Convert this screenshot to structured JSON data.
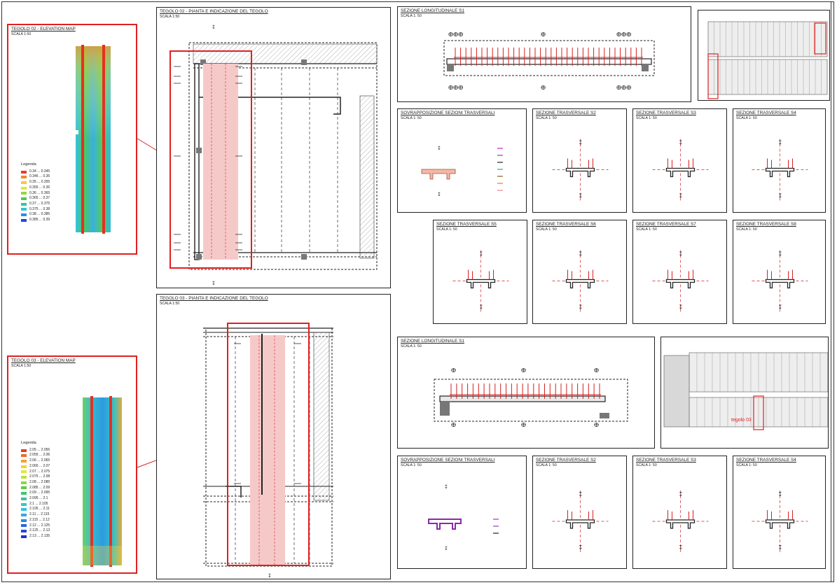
{
  "elev02": {
    "title": "TEGOLO 02 - ELEVATION MAP",
    "scale": "SCALA 1:50",
    "legend_title": "Legenda",
    "legend": [
      {
        "label": "0.34 ... 0.345",
        "color": "#e53f24"
      },
      {
        "label": "0.345 ... 0.35",
        "color": "#f28a2c"
      },
      {
        "label": "0.35 ... 0.355",
        "color": "#f7c83a"
      },
      {
        "label": "0.355 ... 0.36",
        "color": "#dfe63c"
      },
      {
        "label": "0.36 ... 0.365",
        "color": "#93d93f"
      },
      {
        "label": "0.365 ... 0.37",
        "color": "#4ec955"
      },
      {
        "label": "0.37 ... 0.375",
        "color": "#39c4a0"
      },
      {
        "label": "0.375 ... 0.38",
        "color": "#35c3d8"
      },
      {
        "label": "0.38 ... 0.385",
        "color": "#2c8fe0"
      },
      {
        "label": "0.385 ... 0.39",
        "color": "#2448d8"
      }
    ]
  },
  "elev03": {
    "title": "TEGOLO 03 - ELEVATION MAP",
    "scale": "SCALA 1:50",
    "legend_title": "Legenda",
    "legend": [
      {
        "label": "2.05 ... 2.055",
        "color": "#e53f24"
      },
      {
        "label": "2.055 ... 2.06",
        "color": "#f06a2a"
      },
      {
        "label": "2.06 ... 2.065",
        "color": "#f7a030"
      },
      {
        "label": "2.065 ... 2.07",
        "color": "#f7cf3a"
      },
      {
        "label": "2.07 ... 2.075",
        "color": "#e8e63a"
      },
      {
        "label": "2.075 ... 2.08",
        "color": "#bfe03c"
      },
      {
        "label": "2.08 ... 2.085",
        "color": "#8cd640"
      },
      {
        "label": "2.085 ... 2.09",
        "color": "#5acc48"
      },
      {
        "label": "2.09 ... 2.095",
        "color": "#3cc570"
      },
      {
        "label": "2.095 ... 2.1",
        "color": "#38c4a0"
      },
      {
        "label": "2.1 ... 2.105",
        "color": "#36c6c6"
      },
      {
        "label": "2.105 ... 2.11",
        "color": "#34c0e0"
      },
      {
        "label": "2.11 ... 2.115",
        "color": "#30a8e6"
      },
      {
        "label": "2.115 ... 2.12",
        "color": "#2c88e2"
      },
      {
        "label": "2.12 ... 2.125",
        "color": "#2866de"
      },
      {
        "label": "2.125 ... 2.13",
        "color": "#2448d8"
      },
      {
        "label": "2.13 ... 2.135",
        "color": "#2030c8"
      }
    ]
  },
  "plan02": {
    "title": "TEGOLO 02 - PIANTA E INDICAZIONE DEL TEGOLO",
    "scale": "SCALA 1:50"
  },
  "plan03": {
    "title": "TEGOLO 03 - PIANTA E INDICAZIONE DEL TEGOLO",
    "scale": "SCALA 1:50"
  },
  "sections_top": {
    "longitudinal": {
      "title": "SEZIONE LONGITUDINALE S1",
      "scale": "SCALA 1: 50"
    },
    "overlay": {
      "title": "SOVRAPPOSIZIONE SEZIONI TRASVERSALI",
      "scale": "SCALA 1: 50"
    },
    "s2": {
      "title": "SEZIONE TRASVERSALE S2",
      "scale": "SCALA 1: 50"
    },
    "s3": {
      "title": "SEZIONE TRASVERSALE S3",
      "scale": "SCALA 1: 50"
    },
    "s4": {
      "title": "SEZIONE TRASVERSALE S4",
      "scale": "SCALA 1: 50"
    },
    "s5": {
      "title": "SEZIONE TRASVERSALE S5",
      "scale": "SCALA 1: 50"
    },
    "s6": {
      "title": "SEZIONE TRASVERSALE S6",
      "scale": "SCALA 1: 50"
    },
    "s7": {
      "title": "SEZIONE TRASVERSALE S7",
      "scale": "SCALA 1: 50"
    },
    "s8": {
      "title": "SEZIONE TRASVERSALE S8",
      "scale": "SCALA 1: 50"
    }
  },
  "sections_bottom": {
    "longitudinal": {
      "title": "SEZIONE LONGITUDINALE S1",
      "scale": "SCALA 1: 50"
    },
    "overlay": {
      "title": "SOVRAPPOSIZIONE SEZIONI TRASVERSALI",
      "scale": "SCALA 1: 50"
    },
    "s2": {
      "title": "SEZIONE TRASVERSALE S2",
      "scale": "SCALA 1: 50"
    },
    "s3": {
      "title": "SEZIONE TRASVERSALE S3",
      "scale": "SCALA 1: 50"
    },
    "s4": {
      "title": "SEZIONE TRASVERSALE S4",
      "scale": "SCALA 1: 50"
    }
  },
  "keyplan_bottom": {
    "label": "tegolo 03"
  },
  "colors": {
    "highlight": "#e02020",
    "fill": "#f6c9c9",
    "line": "#222222",
    "section_cut": "#d42020",
    "overlay_purple": "#8a2aa8"
  }
}
